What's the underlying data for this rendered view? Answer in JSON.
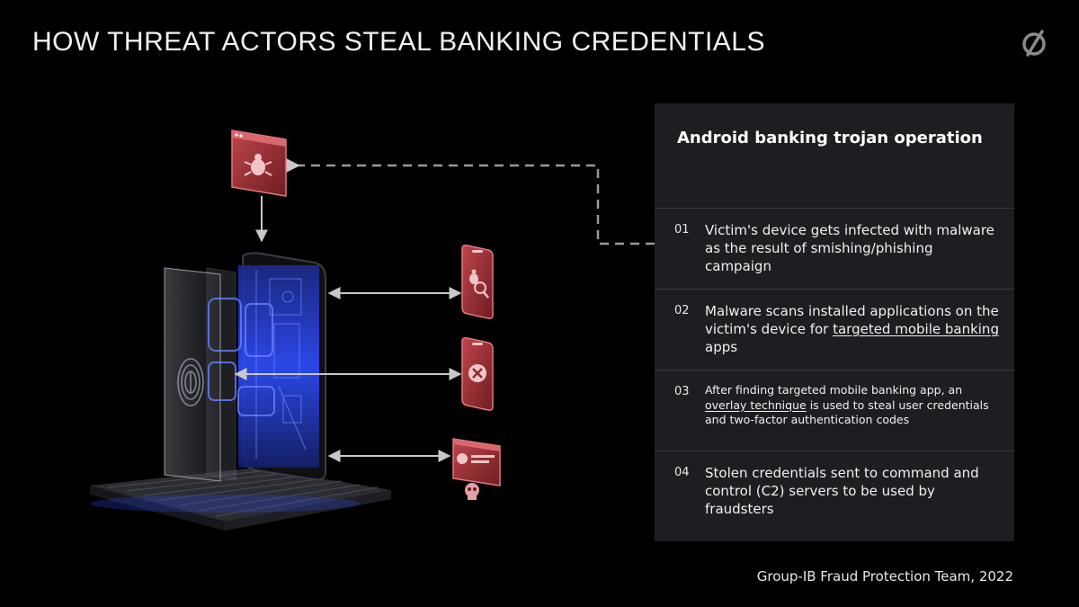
{
  "title": "HOW THREAT ACTORS STEAL BANKING CREDENTIALS",
  "logo_icon": "group-ib-slashed-circle-logo",
  "panel": {
    "title": "Android banking trojan operation",
    "steps": [
      {
        "num": "01",
        "text_before": "Victim's device gets infected with malware as the result of smishing/phishing campaign",
        "link": "",
        "text_after": ""
      },
      {
        "num": "02",
        "text_before": "Malware scans installed applications on the victim's device for ",
        "link": "targeted mobile banking",
        "text_after": " apps"
      },
      {
        "num": "03",
        "text_before": "After finding targeted mobile banking app, an ",
        "link": "overlay technique",
        "text_after": " is used to steal user credentials and two-factor authentication codes"
      },
      {
        "num": "04",
        "text_before": "Stolen credentials sent to command and control (C2) servers to be used by fraudsters",
        "link": "",
        "text_after": ""
      }
    ]
  },
  "footer": "Group-IB Fraud Protection Team, 2022",
  "icons": {
    "malware_window": "bug-browser-window-icon",
    "scan_phone": "phone-bug-scan-icon",
    "overlay_phone": "phone-cross-icon",
    "c2_card": "credential-card-skull-icon",
    "fingerprint": "fingerprint-icon"
  },
  "colors": {
    "accent_red": "#e04a4a",
    "icon_fill": "#8c2a2e",
    "device_blue": "#2a4cff",
    "panel_bg": "#1d1e22",
    "dashed_line": "#9a9a9a"
  }
}
